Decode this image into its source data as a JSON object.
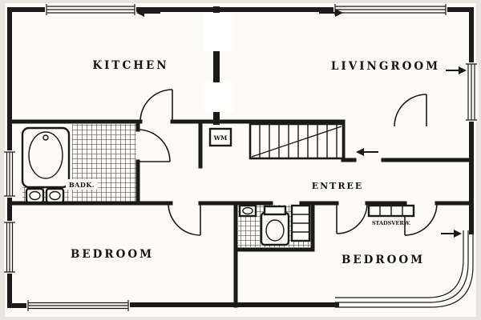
{
  "plan": {
    "rooms": {
      "kitchen": "KITCHEN",
      "livingroom": "LIVINGROOM",
      "bedroom_left": "BEDROOM",
      "bedroom_right": "BEDROOM",
      "hall": "ENTREE",
      "bathroom": "BADK."
    },
    "fixtures": {
      "washing_machine": "WM",
      "heating": "STADSVERW."
    },
    "colors": {
      "wall": "#1a1a1a",
      "paper": "#fcfbf8",
      "margin": "#e8e5e1",
      "ink": "#141414",
      "tile": "#3a3a3a"
    }
  }
}
